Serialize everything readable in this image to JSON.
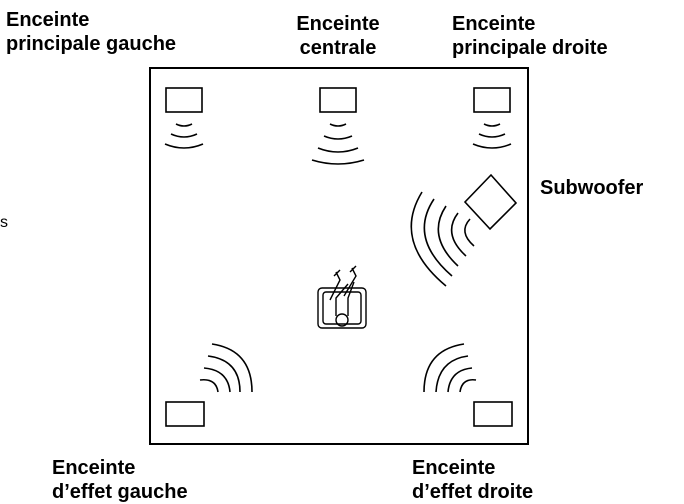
{
  "labels": {
    "front_left": [
      "Enceinte",
      "principale gauche"
    ],
    "center": [
      "Enceinte",
      "centrale"
    ],
    "front_right": [
      "Enceinte",
      "principale droite"
    ],
    "subwoofer": "Subwoofer",
    "surround_left": [
      "Enceinte",
      "d’effet gauche"
    ],
    "surround_right": [
      "Enceinte",
      "d’effet droite"
    ]
  },
  "stray_text": "s",
  "colors": {
    "line": "#000000",
    "background": "#ffffff"
  }
}
